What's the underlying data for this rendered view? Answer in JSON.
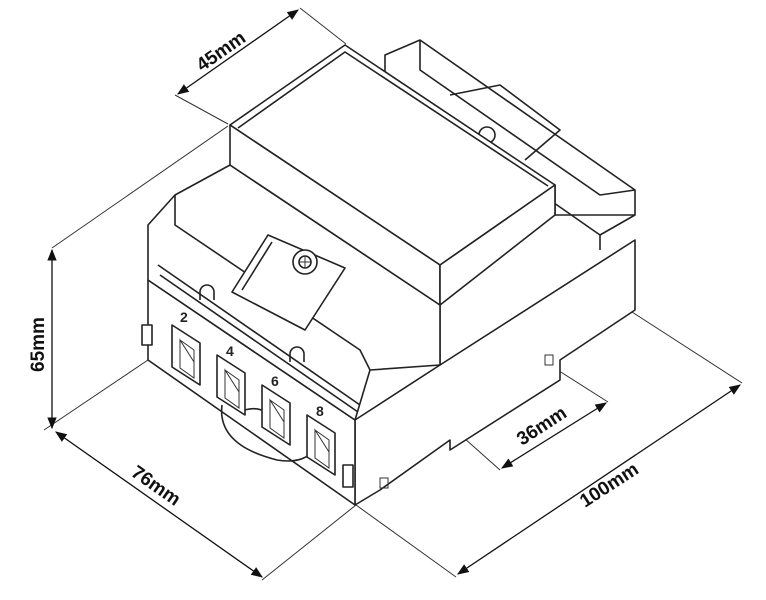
{
  "dimensions": {
    "depth_top": "45mm",
    "height": "65mm",
    "width": "76mm",
    "length": "100mm",
    "rail_width": "36mm"
  },
  "terminals": [
    "2",
    "4",
    "6",
    "8"
  ]
}
